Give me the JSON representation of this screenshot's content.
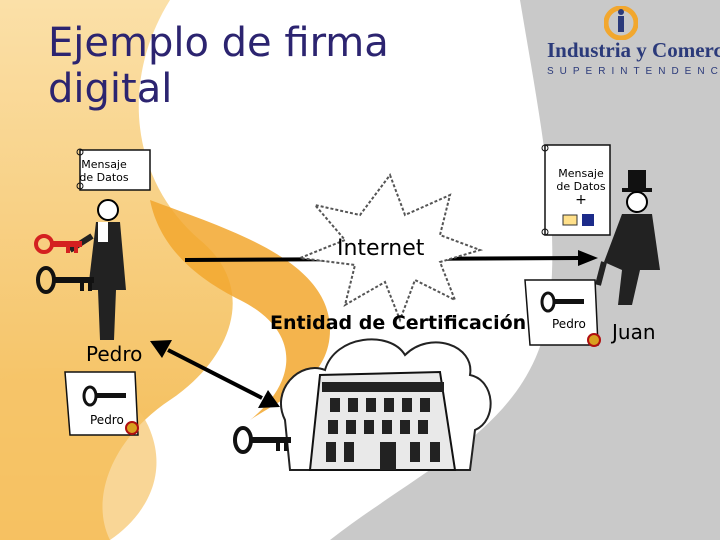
{
  "slide": {
    "title_line1": "Ejemplo de firma",
    "title_line2": "digital",
    "logo": {
      "name": "Industria y Comercio",
      "subtitle": "SUPERINTENDENCIA",
      "icon": "ic-logo-icon"
    },
    "labels": {
      "internet": "Internet",
      "entidad": "Entidad de Certificación",
      "pedro": "Pedro",
      "juan": "Juan"
    },
    "scrolls": {
      "mensaje_left_line1": "Mensaje",
      "mensaje_left_line2": "de Datos",
      "mensaje_right_line1": "Mensaje",
      "mensaje_right_line2": "de Datos",
      "plus": "+",
      "cert_right": "Pedro",
      "cert_left": "Pedro"
    },
    "colors": {
      "title": "#2c2470",
      "accent_orange": "#f2a72e",
      "background_gray": "#c8c8c8",
      "key_red": "#d42020"
    }
  }
}
